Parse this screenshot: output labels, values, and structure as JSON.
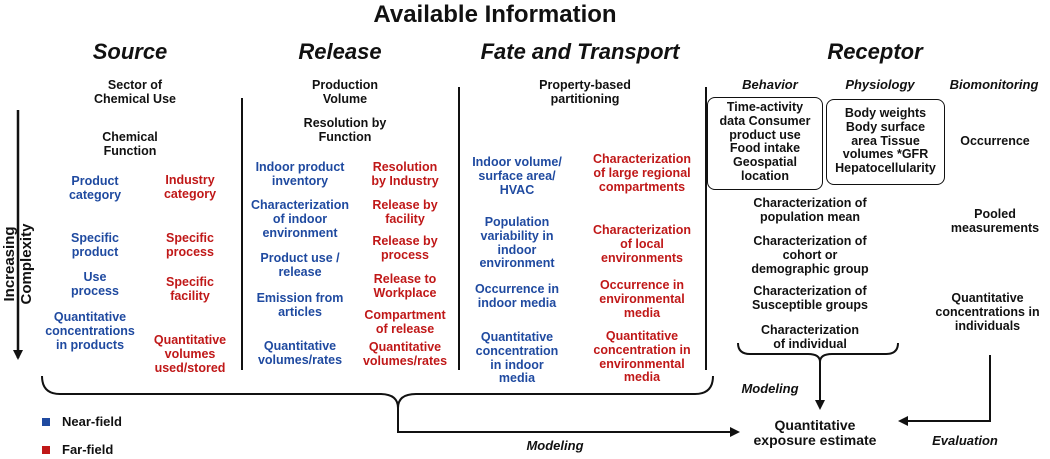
{
  "title": "Available Information",
  "axis_label": "Increasing Complexity",
  "headers": {
    "source": "Source",
    "release": "Release",
    "fate": "Fate and Transport",
    "receptor": "Receptor"
  },
  "source": {
    "sector": "Sector of\nChemical Use",
    "function": "Chemical\nFunction",
    "near": [
      "Product\ncategory",
      "Specific\nproduct",
      "Use\nprocess",
      "Quantitative\nconcentrations\nin products"
    ],
    "far": [
      "Industry\ncategory",
      "Specific\nprocess",
      "Specific\nfacility",
      "Quantitative\nvolumes\nused/stored"
    ]
  },
  "release": {
    "volume": "Production\nVolume",
    "resolution": "Resolution by\nFunction",
    "near": [
      "Indoor product\ninventory",
      "Characterization\nof indoor\nenvironment",
      "Product use /\nrelease",
      "Emission from\narticles",
      "Quantitative\nvolumes/rates"
    ],
    "far": [
      "Resolution\nby Industry",
      "Release by\nfacility",
      "Release by\nprocess",
      "Release to\nWorkplace",
      "Compartment\nof release",
      "Quantitative\nvolumes/rates"
    ]
  },
  "fate": {
    "partitioning": "Property-based\npartitioning",
    "near": [
      "Indoor volume/\nsurface area/\nHVAC",
      "Population\nvariability in\nindoor\nenvironment",
      "Occurrence in\nindoor media",
      "Quantitative\nconcentration\nin indoor\nmedia"
    ],
    "far": [
      "Characterization\nof large regional\ncompartments",
      "Characterization\nof local\nenvironments",
      "Occurrence in\nenvironmental\nmedia",
      "Quantitative\nconcentration in\nenvironmental\nmedia"
    ]
  },
  "receptor": {
    "behavior": "Behavior",
    "physiology": "Physiology",
    "biomonitoring": "Biomonitoring",
    "behavior_box": "Time-activity\ndata Consumer\nproduct use\nFood intake\nGeospatial\nlocation",
    "physiology_box": "Body weights\nBody surface\narea Tissue\nvolumes *GFR\nHepatocellularity",
    "characterizations": [
      "Characterization of\npopulation mean",
      "Characterization of\ncohort or\ndemographic group",
      "Characterization of\nSusceptible groups",
      "Characterization\nof individual"
    ],
    "biomon_items": [
      "Occurrence",
      "Pooled\nmeasurements",
      "Quantitative\nconcentrations in\nindividuals"
    ]
  },
  "flow": {
    "modeling_right": "Modeling",
    "modeling_bottom": "Modeling",
    "evaluation": "Evaluation",
    "estimate": "Quantitative\nexposure estimate"
  },
  "legend": {
    "near_label": "Near-field",
    "far_label": "Far-field",
    "near_color": "#1f4aa0",
    "far_color": "#c01818"
  }
}
